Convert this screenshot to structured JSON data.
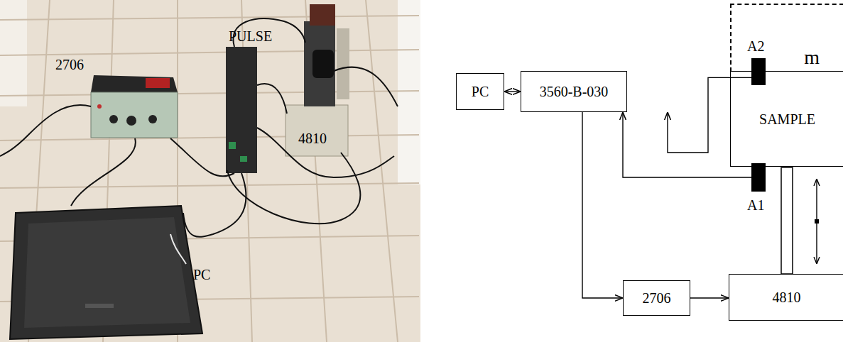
{
  "diagram": {
    "nodes": [
      {
        "text": [
          "m"
        ]
      },
      {
        "text": [
          "A2"
        ]
      },
      {
        "text": [
          "PC"
        ]
      },
      {
        "text": [
          "3560-B-030"
        ]
      },
      {
        "text": [
          "SAMPLE"
        ]
      },
      {
        "text": [
          "A1"
        ]
      },
      {
        "text": [
          "2706"
        ]
      },
      {
        "text": [
          "4810"
        ]
      }
    ],
    "edges": [
      {
        "from": 2,
        "to": 3,
        "arrow": "both"
      },
      {
        "from": 1,
        "to": 3,
        "arrow": "to"
      },
      {
        "from": 5,
        "to": 3,
        "arrow": "to"
      },
      {
        "from": 3,
        "to": 6,
        "arrow": "to"
      },
      {
        "from": 6,
        "to": 7,
        "arrow": "to"
      }
    ],
    "labels": [
      "2706",
      "PULSE",
      "4810",
      "PC"
    ]
  }
}
